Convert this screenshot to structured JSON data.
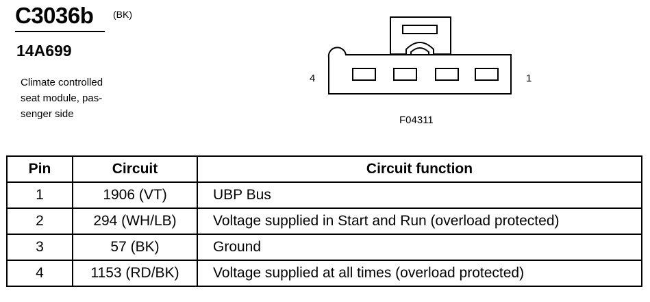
{
  "header": {
    "connector_id": "C3036b",
    "color_code": "(BK)",
    "part_number": "14A699",
    "description_lines": [
      "Climate controlled",
      "seat module, pas-",
      "senger side"
    ]
  },
  "diagram": {
    "left_pin_label": "4",
    "right_pin_label": "1",
    "figure_code": "F04311"
  },
  "table": {
    "headers": [
      "Pin",
      "Circuit",
      "Circuit function"
    ],
    "rows": [
      {
        "pin": "1",
        "circuit": "1906 (VT)",
        "function": "UBP Bus"
      },
      {
        "pin": "2",
        "circuit": "294 (WH/LB)",
        "function": "Voltage supplied in Start and Run (overload protected)"
      },
      {
        "pin": "3",
        "circuit": "57 (BK)",
        "function": "Ground"
      },
      {
        "pin": "4",
        "circuit": "1153 (RD/BK)",
        "function": "Voltage supplied at all times (overload protected)"
      }
    ]
  }
}
